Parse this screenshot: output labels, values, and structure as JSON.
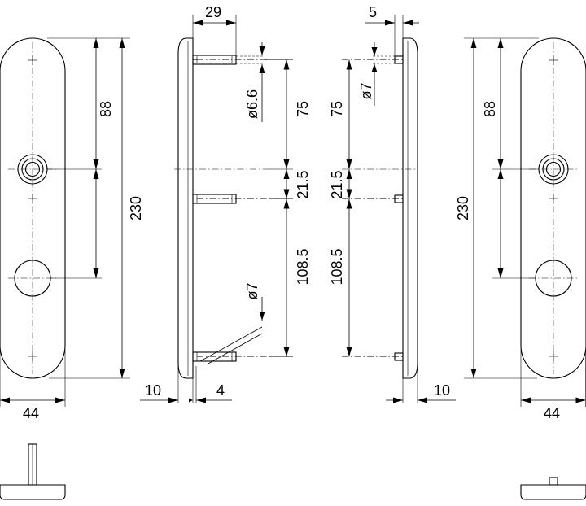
{
  "labels": {
    "front_left_88": "88",
    "front_left_230": "230",
    "front_left_44": "44",
    "side_left_29": "29",
    "side_left_d66": "ø6.6",
    "side_left_75": "75",
    "side_left_215": "21.5",
    "side_left_1085": "108.5",
    "side_left_d7": "ø7",
    "side_left_10": "10",
    "side_left_4": "4",
    "side_right_5": "5",
    "side_right_d7": "ø7",
    "side_right_75": "75",
    "side_right_215": "21.5",
    "side_right_1085": "108.5",
    "side_right_10": "10",
    "front_right_88": "88",
    "front_right_230": "230",
    "front_right_44": "44"
  }
}
